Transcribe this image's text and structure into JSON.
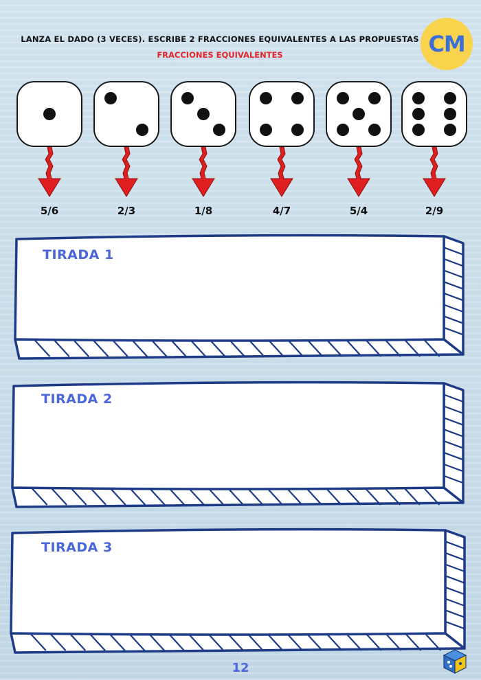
{
  "header": {
    "instruction": "LANZA EL DADO (3 VECES). ESCRIBE 2 FRACCIONES EQUIVALENTES A LAS PROPUESTAS",
    "subtitle": "FRACCIONES EQUIVALENTES",
    "badge": "CM"
  },
  "dice": [
    {
      "face": 1,
      "fraction": "5/6"
    },
    {
      "face": 2,
      "fraction": "2/3"
    },
    {
      "face": 3,
      "fraction": "1/8"
    },
    {
      "face": 4,
      "fraction": "4/7"
    },
    {
      "face": 5,
      "fraction": "5/4"
    },
    {
      "face": 6,
      "fraction": "2/9"
    }
  ],
  "boxes": [
    {
      "label": "TIRADA 1"
    },
    {
      "label": "TIRADA 2"
    },
    {
      "label": "TIRADA 3"
    }
  ],
  "footer": {
    "page_number": "12"
  },
  "colors": {
    "arrow": "#e02020",
    "label_blue": "#4a66d9",
    "badge_yellow": "#f9d34c",
    "subtitle_red": "#e3262e"
  }
}
